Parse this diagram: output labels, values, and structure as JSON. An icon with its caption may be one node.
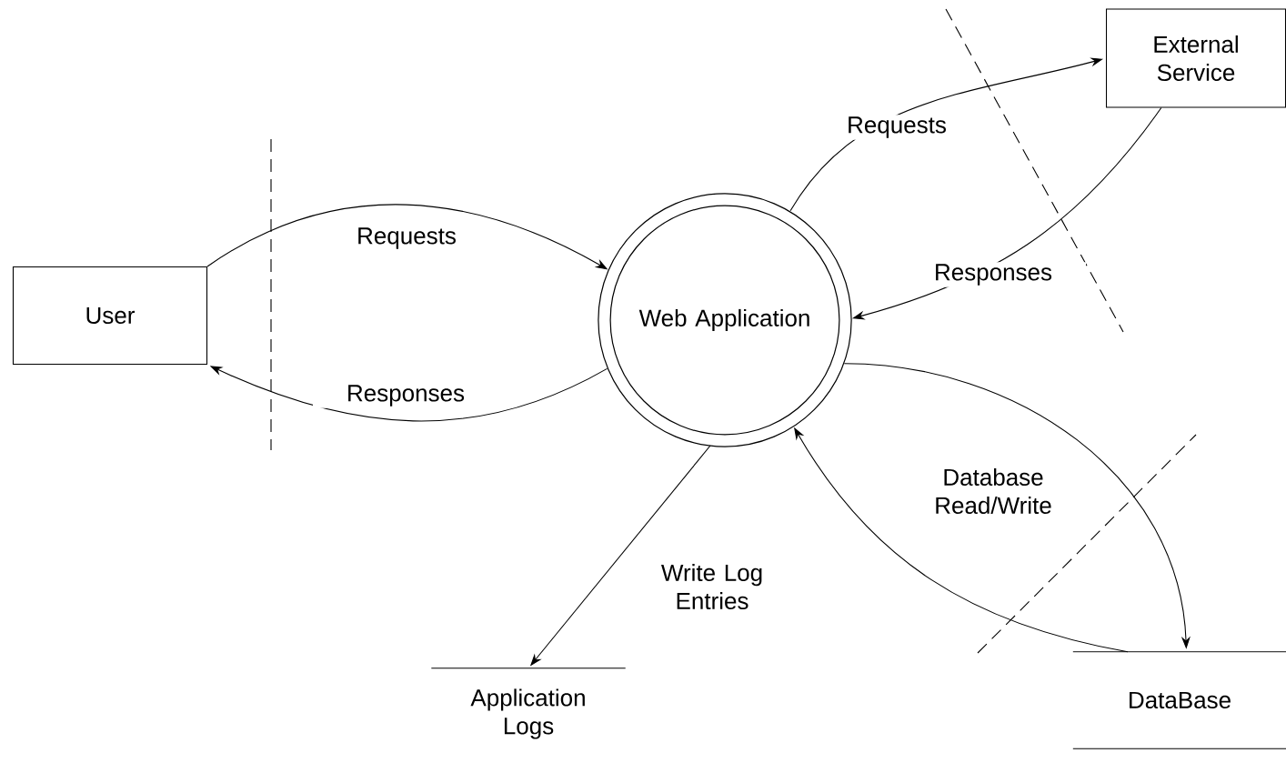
{
  "diagram": {
    "nodes": [
      {
        "text": [
          "User"
        ]
      },
      {
        "text": [
          "Web Application"
        ]
      },
      {
        "text": [
          "External Service"
        ]
      },
      {
        "text": [
          "DataBase"
        ]
      },
      {
        "text": [
          "Application Logs"
        ]
      }
    ],
    "edges": [
      {
        "from": 0,
        "to": 1,
        "arrow": "to",
        "label": "Requests"
      },
      {
        "from": 1,
        "to": 0,
        "arrow": "to",
        "label": "Responses"
      },
      {
        "from": 1,
        "to": 2,
        "arrow": "to",
        "label": "Requests"
      },
      {
        "from": 2,
        "to": 1,
        "arrow": "to",
        "label": "Responses"
      },
      {
        "from": 1,
        "to": 3,
        "arrow": "to",
        "label": "Database Read/Write"
      },
      {
        "from": 3,
        "to": 1,
        "arrow": "to"
      },
      {
        "from": 1,
        "to": 4,
        "arrow": "to",
        "label": "Write Log Entries"
      }
    ]
  }
}
